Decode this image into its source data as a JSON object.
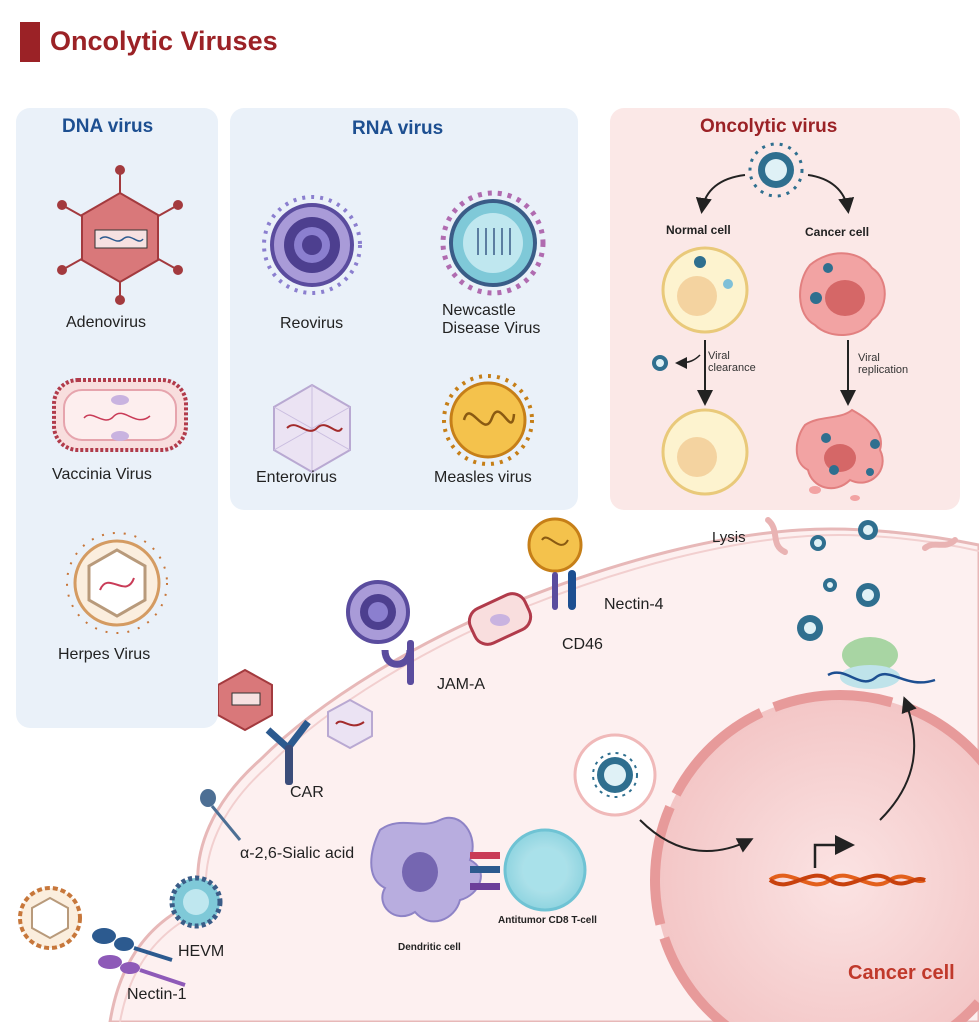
{
  "title": "Oncolytic Viruses",
  "colors": {
    "title": "#9b2226",
    "dna_panel": "#e8f0f8",
    "rna_panel": "#e8f0f8",
    "oncolytic_panel": "#fbe7e6",
    "heading_blue": "#1d4f91",
    "heading_red": "#9b2226",
    "cancer_cell": "#f8d6d6"
  },
  "dna_panel": {
    "heading": "DNA virus",
    "items": [
      "Adenovirus",
      "Vaccinia Virus",
      "Herpes Virus"
    ]
  },
  "rna_panel": {
    "heading": "RNA virus",
    "items": [
      "Reovirus",
      "Newcastle\nDisease Virus",
      "Enterovirus",
      "Measles virus"
    ]
  },
  "oncolytic_panel": {
    "heading": "Oncolytic virus",
    "normal_cell": "Normal cell",
    "cancer_cell": "Cancer cell",
    "viral_clearance": "Viral\nclearance",
    "viral_replication": "Viral\nreplication"
  },
  "receptors": {
    "lysis": "Lysis",
    "nectin4": "Nectin-4",
    "cd46": "CD46",
    "jama": "JAM-A",
    "car": "CAR",
    "sialic": "α-2,6-Sialic acid",
    "hevm": "HEVM",
    "nectin1": "Nectin-1"
  },
  "immune": {
    "dendritic": "Dendritic cell",
    "tcell": "Antitumor CD8 T-cell"
  },
  "cancer_label": "Cancer cell"
}
